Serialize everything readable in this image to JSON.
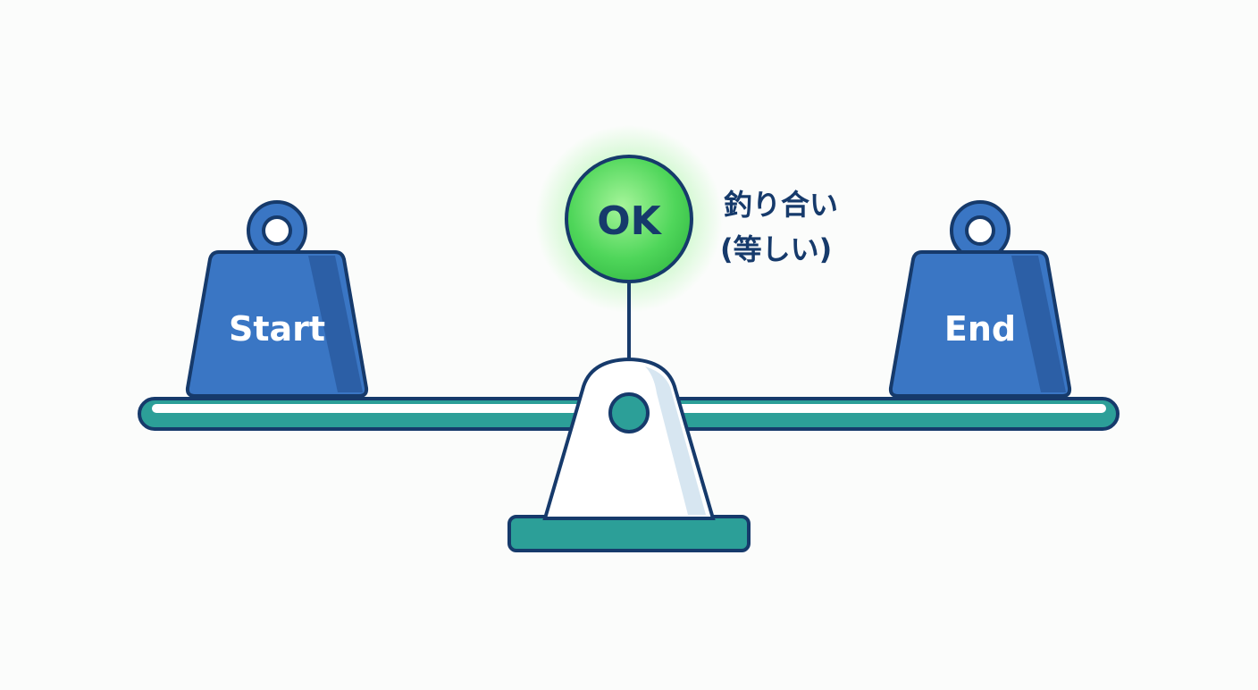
{
  "weights": {
    "left_label": "Start",
    "right_label": "End"
  },
  "indicator": {
    "label": "OK",
    "note_line1": "釣り合い",
    "note_line2": "(等しい)"
  },
  "colors": {
    "background": "#fbfcfb",
    "outline": "#163a6b",
    "weight_fill": "#3a76c4",
    "weight_shade": "#2c5fa6",
    "beam_fill": "#2c9f98",
    "beam_highlight": "#ffffff",
    "indicator_fill": "#4fd65a",
    "indicator_glow": "#7ff07a",
    "fulcrum_fill": "#ffffff",
    "fulcrum_shade": "#d7e6f1"
  }
}
